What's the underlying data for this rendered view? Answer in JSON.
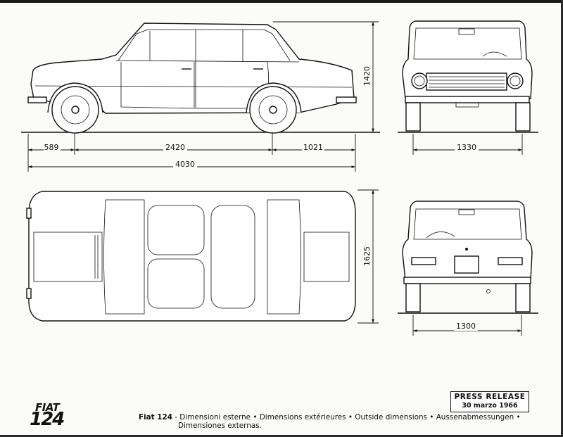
{
  "dimensions": {
    "front_overhang": "589",
    "wheelbase": "2420",
    "rear_overhang": "1021",
    "overall_length": "4030",
    "height": "1420",
    "front_track": "1330",
    "width": "1625",
    "rear_track": "1300"
  },
  "press_release": {
    "title": "PRESS RELEASE",
    "date": "30 marzo 1966"
  },
  "caption": {
    "model": "Fiat 124",
    "text": " - Dimensioni esterne  •  Dimensions extérieures  •  Outside dimensions  •  Aussenabmessungen  •",
    "text_line2": "Dimensiones externas."
  },
  "logo": {
    "brand": "FIAT",
    "model_number": "124"
  }
}
